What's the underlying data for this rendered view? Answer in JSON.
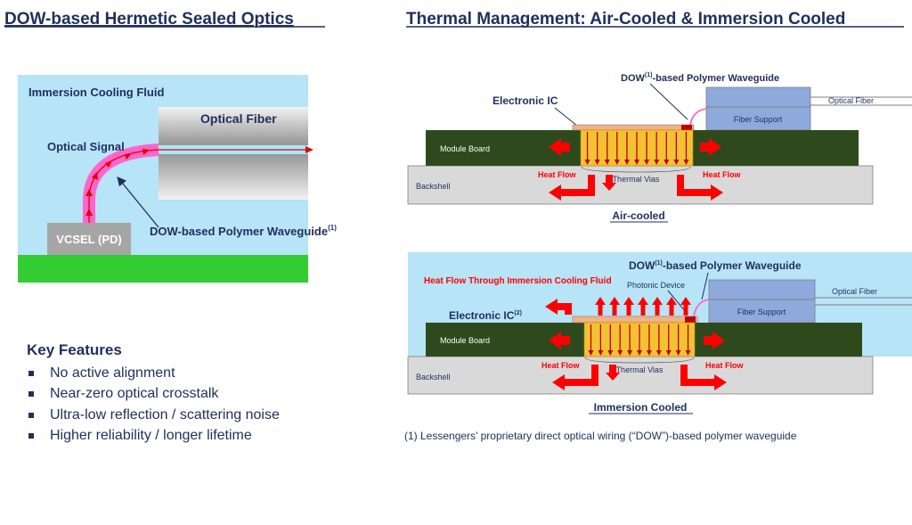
{
  "left_title": "DOW-based Hermetic Sealed Optics",
  "right_title": "Thermal Management: Air-Cooled & Immersion Cooled",
  "left_diagram": {
    "fluid_label": "Immersion Cooling Fluid",
    "fiber_label": "Optical Fiber",
    "signal_label": "Optical Signal",
    "vcsel_label": "VCSEL (PD)",
    "waveguide_label": "DOW-based Polymer Waveguide",
    "waveguide_sup": "(1)"
  },
  "air": {
    "waveguide_pre": "DOW",
    "waveguide_sup": "(1)",
    "waveguide_post": "-based Polymer Waveguide",
    "ic_label": "Electronic IC",
    "fiber_label": "Optical Fiber",
    "fiber_support": "Fiber Support",
    "module_board": "Module Board",
    "backshell": "Backshell",
    "heat_flow_left": "Heat Flow",
    "heat_flow_right": "Heat Flow",
    "thermal_vias": "Thermal Vias",
    "caption": "Air-cooled"
  },
  "imm": {
    "waveguide_pre": "DOW",
    "waveguide_sup": "(1)",
    "waveguide_post": "-based Polymer Waveguide",
    "fluid_heat_label": "Heat Flow Through Immersion Cooling Fluid",
    "photonic_label": "Photonic Device",
    "ic_label": "Electronic IC",
    "ic_sup": "(2)",
    "fiber_label": "Optical Fiber",
    "fiber_support": "Fiber Support",
    "module_board": "Module Board",
    "backshell": "Backshell",
    "heat_flow_left": "Heat Flow",
    "heat_flow_right": "Heat Flow",
    "thermal_vias": "Thermal Vias",
    "caption": "Immersion Cooled"
  },
  "key_features": {
    "title": "Key Features",
    "items": [
      "No active alignment",
      "Near-zero optical crosstalk",
      "Ultra-low reflection / scattering noise",
      "Higher reliability / longer lifetime"
    ]
  },
  "footnote": "(1) Lessengers’ proprietary direct optical wiring (“DOW”)-based polymer waveguide",
  "colors": {
    "title": "#1f2f5c",
    "fluid": "#b7e4f7",
    "board": "#2e4a1d",
    "backshell": "#d9d9d9",
    "fiber_support": "#8ea9db",
    "heat": "#ff0000",
    "waveguide": "#ff66cc",
    "ic": "#f4b183",
    "via": "#f2c234",
    "ground": "#33cc33"
  }
}
